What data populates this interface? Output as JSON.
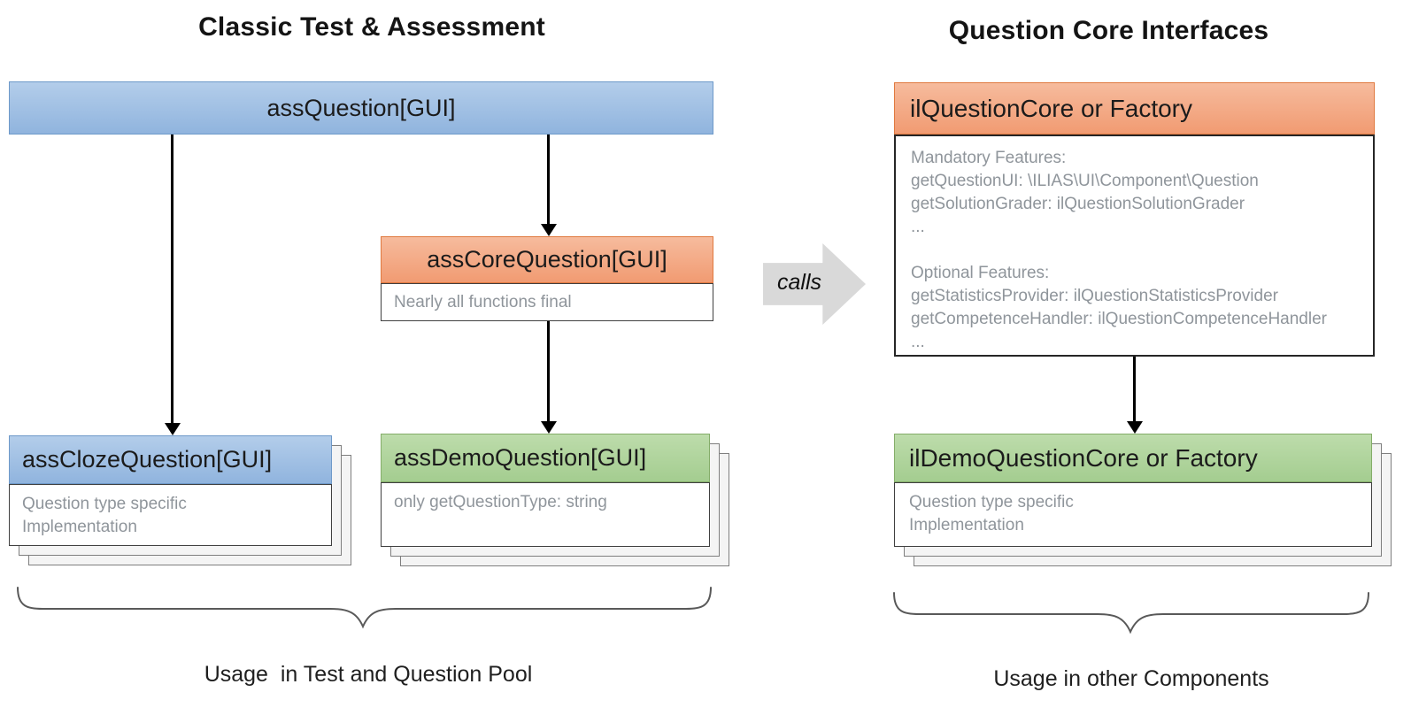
{
  "titles": {
    "left": "Classic Test & Assessment",
    "right": "Question Core Interfaces"
  },
  "left": {
    "assQuestion": {
      "label": "assQuestion[GUI]"
    },
    "assCoreQuestion": {
      "label": "assCoreQuestion[GUI]",
      "note": "Nearly all functions final"
    },
    "assClozeQuestion": {
      "label": "assClozeQuestion[GUI]",
      "note_lines": [
        "Question type specific",
        "Implementation"
      ]
    },
    "assDemoQuestion": {
      "label": "assDemoQuestion[GUI]",
      "note": "only getQuestionType: string"
    },
    "brace_label": "Usage  in Test and Question Pool"
  },
  "connector": {
    "label": "calls"
  },
  "right": {
    "ilQuestionCore": {
      "label": "ilQuestionCore or Factory",
      "mandatory_lines": [
        "Mandatory Features:",
        "getQuestionUI: \\ILIAS\\UI\\Component\\Question",
        "getSolutionGrader: ilQuestionSolutionGrader",
        "..."
      ],
      "optional_lines": [
        "Optional Features:",
        "getStatisticsProvider: ilQuestionStatisticsProvider",
        "getCompetenceHandler: ilQuestionCompetenceHandler",
        "..."
      ]
    },
    "ilDemoQuestionCore": {
      "label": "ilDemoQuestionCore or Factory",
      "note_lines": [
        "Question type specific",
        "Implementation"
      ]
    },
    "brace_label": "Usage in other Components"
  },
  "colors": {
    "blue_top": "#b3cdea",
    "blue_bottom": "#90b4de",
    "blue_border": "#6e99c9",
    "orange_top": "#f6bb9d",
    "orange_bottom": "#f19b72",
    "orange_border": "#e0793f",
    "green_top": "#bddcab",
    "green_bottom": "#a4cd90",
    "green_border": "#84ad69",
    "note_text": "#8f959b",
    "connector_fill": "#d9d9d9",
    "line_black": "#000000",
    "brace_stroke": "#595959"
  }
}
